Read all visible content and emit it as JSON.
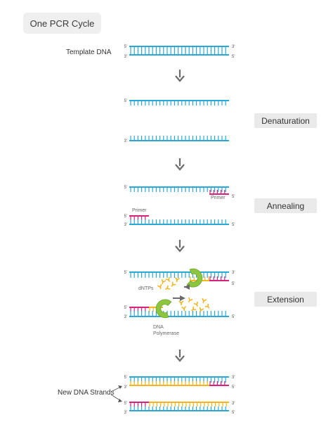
{
  "title": "One PCR Cycle",
  "steps": [
    "Denaturation",
    "Annealing",
    "Extension"
  ],
  "labels": {
    "template_dna": "Template DNA",
    "primer": "Primer",
    "dntps": "dNTPs",
    "dna_polymerase_1": "DNA",
    "dna_polymerase_2": "Polymerase",
    "new_dna_strands": "New DNA Strands",
    "five_prime": "5'",
    "three_prime": "3'"
  },
  "colors": {
    "template": "#2aa8d6",
    "primer": "#d6237c",
    "new_strand": "#f4b51e",
    "polymerase": "#8cc63f",
    "arrow": "#6b6b6b",
    "box": "#eaeaea"
  }
}
